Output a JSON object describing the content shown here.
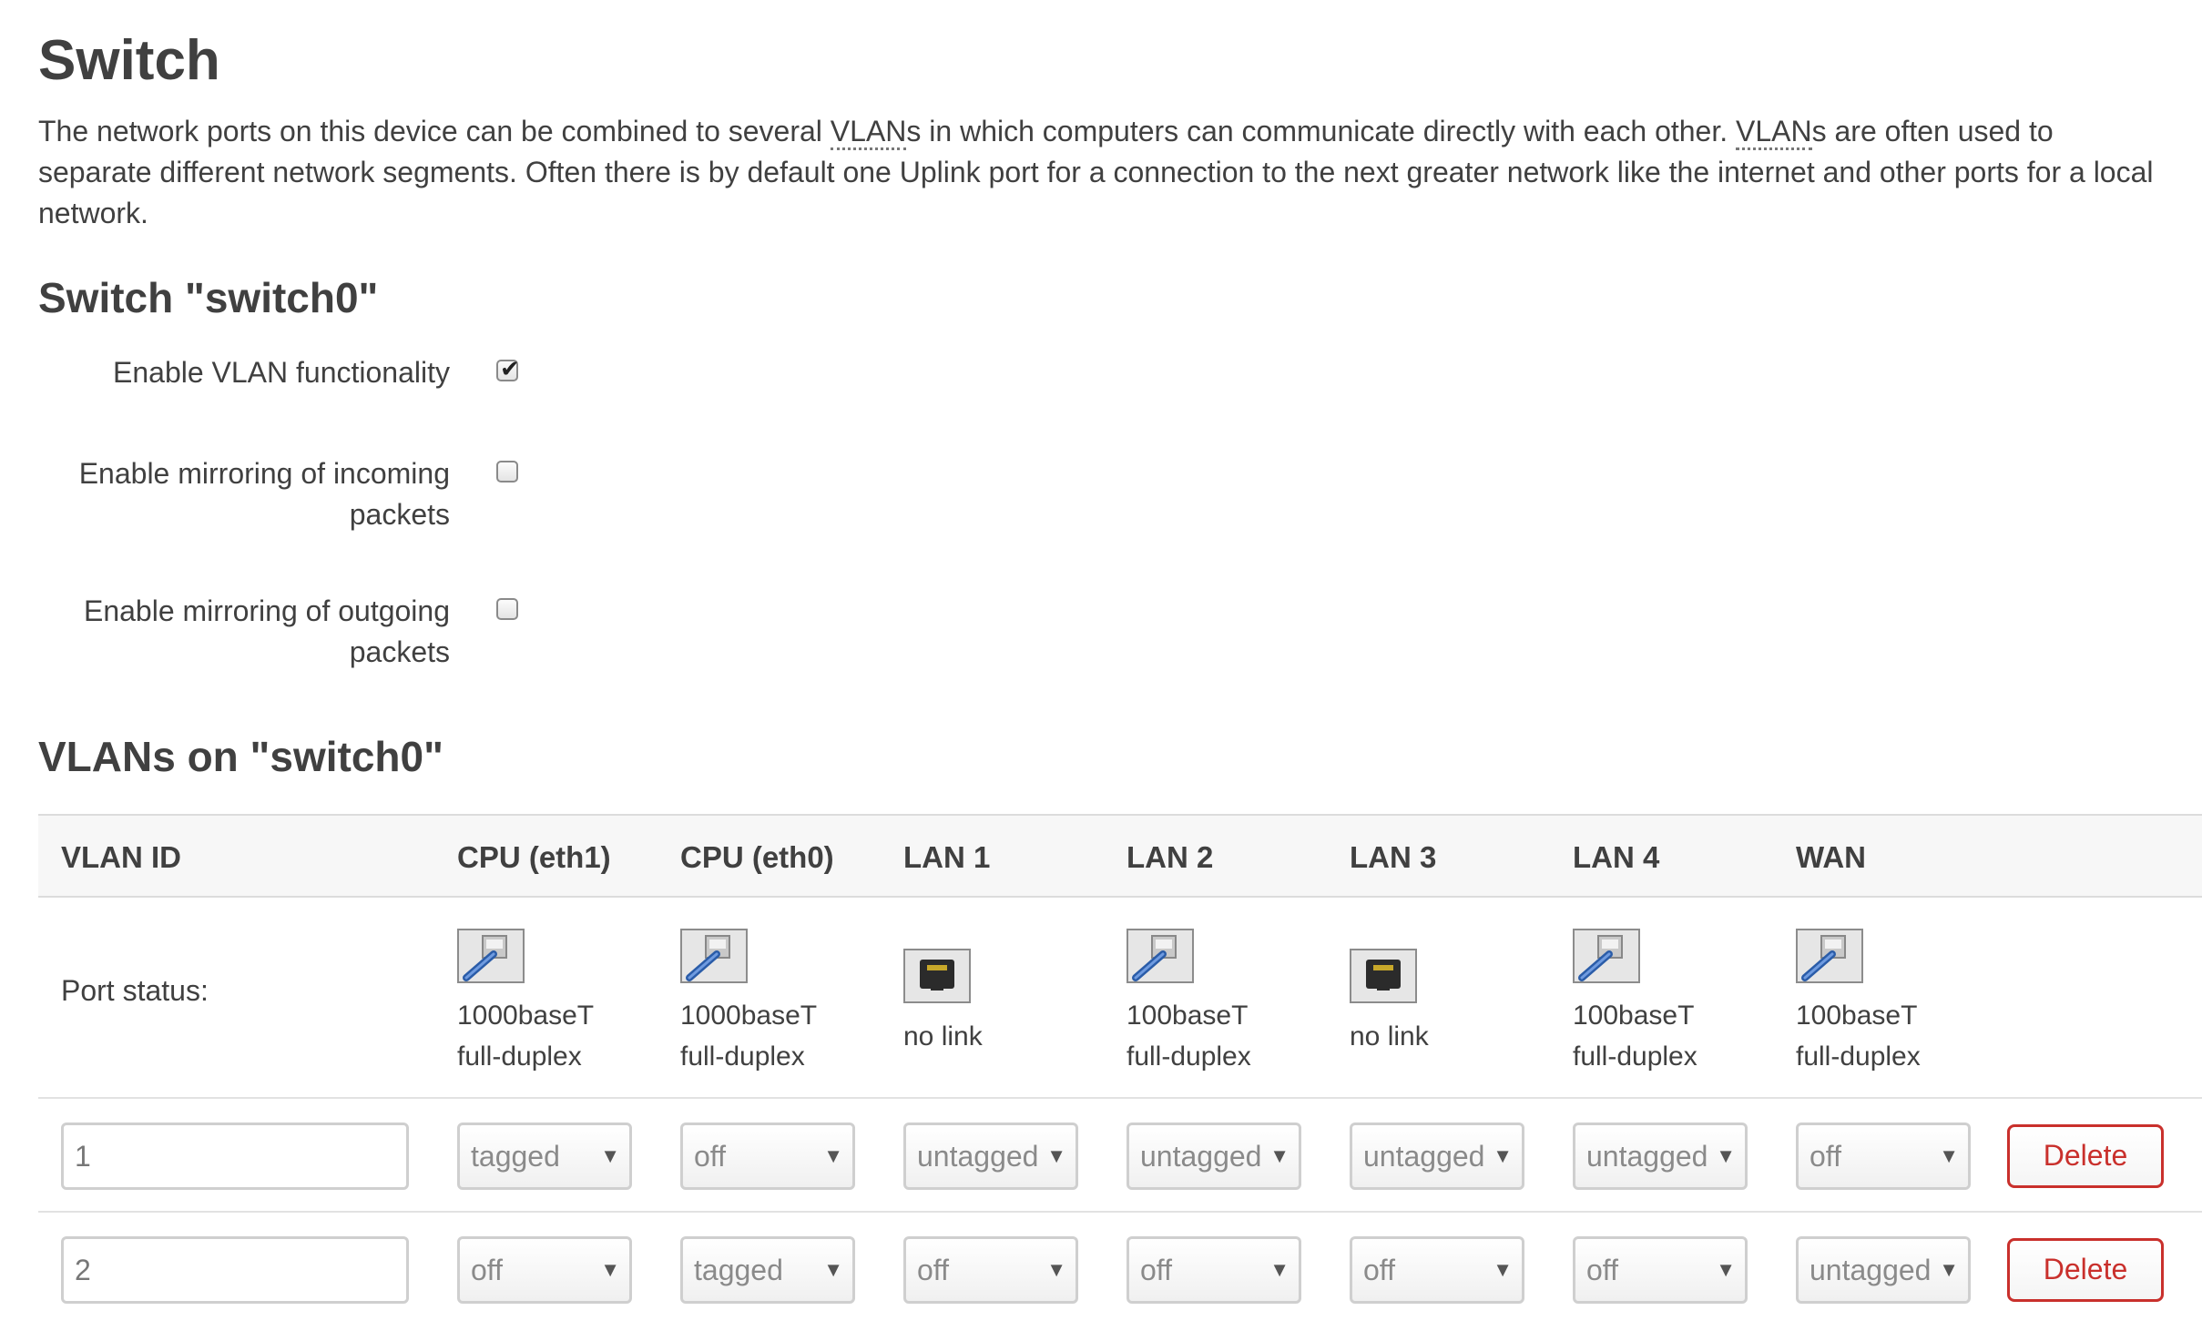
{
  "page": {
    "title": "Switch",
    "description": {
      "p1": "The network ports on this device can be combined to several ",
      "abbr1": "VLAN",
      "p2": "s in which computers can communicate directly with each other. ",
      "abbr2": "VLAN",
      "p3": "s are often used to separate different network segments. Often there is by default one Uplink port for a connection to the next greater network like the internet and other ports for a local network."
    }
  },
  "switch_section": {
    "title": "Switch \"switch0\"",
    "options": [
      {
        "label": "Enable VLAN functionality",
        "checked": true
      },
      {
        "label": "Enable mirroring of incoming packets",
        "checked": false
      },
      {
        "label": "Enable mirroring of outgoing packets",
        "checked": false
      }
    ]
  },
  "vlans": {
    "title": "VLANs on \"switch0\"",
    "headers": [
      "VLAN ID",
      "CPU (eth1)",
      "CPU (eth0)",
      "LAN 1",
      "LAN 2",
      "LAN 3",
      "LAN 4",
      "WAN"
    ],
    "port_status_label": "Port status:",
    "ports": [
      {
        "speed": "1000baseT",
        "duplex": "full-duplex",
        "icon": "port-connected-icon"
      },
      {
        "speed": "1000baseT",
        "duplex": "full-duplex",
        "icon": "port-connected-icon"
      },
      {
        "speed": "no link",
        "duplex": "",
        "icon": "port-disconnected-icon"
      },
      {
        "speed": "100baseT",
        "duplex": "full-duplex",
        "icon": "port-connected-icon"
      },
      {
        "speed": "no link",
        "duplex": "",
        "icon": "port-disconnected-icon"
      },
      {
        "speed": "100baseT",
        "duplex": "full-duplex",
        "icon": "port-connected-icon"
      },
      {
        "speed": "100baseT",
        "duplex": "full-duplex",
        "icon": "port-connected-icon"
      }
    ],
    "rows": [
      {
        "vlan_id": "1",
        "values": [
          "tagged",
          "off",
          "untagged",
          "untagged",
          "untagged",
          "untagged",
          "off"
        ],
        "delete_label": "Delete"
      },
      {
        "vlan_id": "2",
        "values": [
          "off",
          "tagged",
          "off",
          "off",
          "off",
          "off",
          "untagged"
        ],
        "delete_label": "Delete"
      }
    ],
    "dropdown_arrow": "▼"
  }
}
